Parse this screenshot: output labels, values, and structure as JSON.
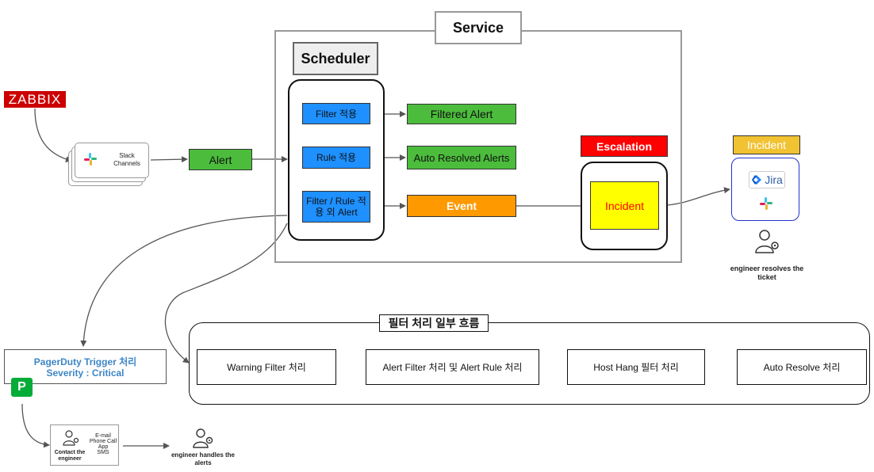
{
  "service": {
    "title": "Service"
  },
  "scheduler": {
    "title": "Scheduler",
    "rules": [
      "Filter 적용",
      "Rule 적용",
      "Filter / Rule 적용 외 Alert"
    ]
  },
  "outcomes": {
    "filtered": "Filtered Alert",
    "auto_resolved": "Auto Resolved Alerts",
    "event": "Event"
  },
  "source": {
    "zabbix": "ZABBIX",
    "slack_label": "Slack Channels",
    "alert": "Alert"
  },
  "escalation": {
    "title": "Escalation",
    "incident": "Incident"
  },
  "incident": {
    "title": "Incident",
    "jira_label": "Jira",
    "caption": "engineer resolves the ticket"
  },
  "pagerduty": {
    "box_line1": "PagerDuty Trigger 처리",
    "box_line2": "Severity : Critical",
    "logo_letter": "P",
    "contact_caption": "Contact the engineer",
    "channels": [
      "E-mail",
      "Phone Call",
      "App",
      "SMS"
    ],
    "handler_caption": "engineer handles the alerts"
  },
  "filter_flow": {
    "title": "필터 처리 일부 흐름",
    "steps": [
      "Warning Filter 처리",
      "Alert Filter 처리 및 Alert Rule 처리",
      "Host Hang 필터 처리",
      "Auto Resolve 처리"
    ]
  },
  "colors": {
    "rule_box": "#1e90ff",
    "green": "#4cbc3c",
    "event": "#ff9900",
    "escalation": "#ff0000",
    "incident_fill": "#ffff00",
    "incident_head": "#f1c232",
    "zabbix": "#cc0000",
    "pagerduty": "#06ac38",
    "pd_text": "#3d85c6"
  },
  "icons": [
    "slack-icon",
    "jira-icon",
    "engineer-icon",
    "pagerduty-icon"
  ]
}
